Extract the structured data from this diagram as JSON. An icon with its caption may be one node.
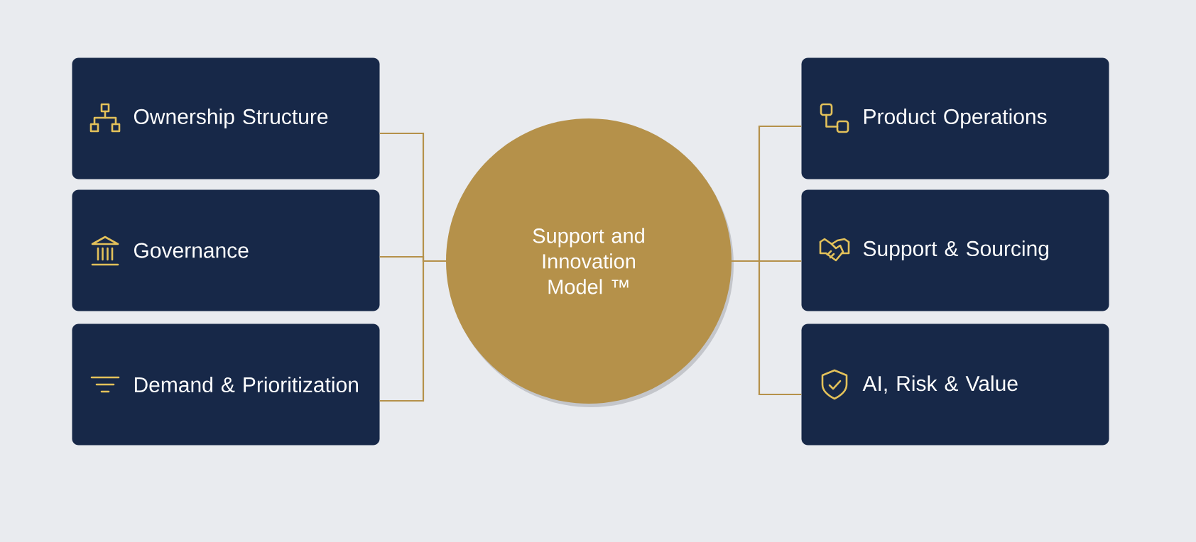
{
  "diagram": {
    "nodes": [
      {
        "text": [
          "Ownership Structure"
        ]
      },
      {
        "text": [
          "Governance"
        ]
      },
      {
        "text": [
          "Demand & Prioritization"
        ]
      },
      {
        "text": [
          "Support and Innovation Model ™"
        ]
      },
      {
        "text": [
          "Product Operations"
        ]
      },
      {
        "text": [
          "Support & Sourcing"
        ]
      },
      {
        "text": [
          "AI, Risk & Value"
        ]
      }
    ],
    "edges": [
      {
        "from": 0,
        "to": 3,
        "arrow": "none"
      },
      {
        "from": 1,
        "to": 3,
        "arrow": "none"
      },
      {
        "from": 2,
        "to": 3,
        "arrow": "none"
      },
      {
        "from": 3,
        "to": 4,
        "arrow": "none"
      },
      {
        "from": 3,
        "to": 5,
        "arrow": "none"
      },
      {
        "from": 3,
        "to": 6,
        "arrow": "none"
      }
    ]
  }
}
